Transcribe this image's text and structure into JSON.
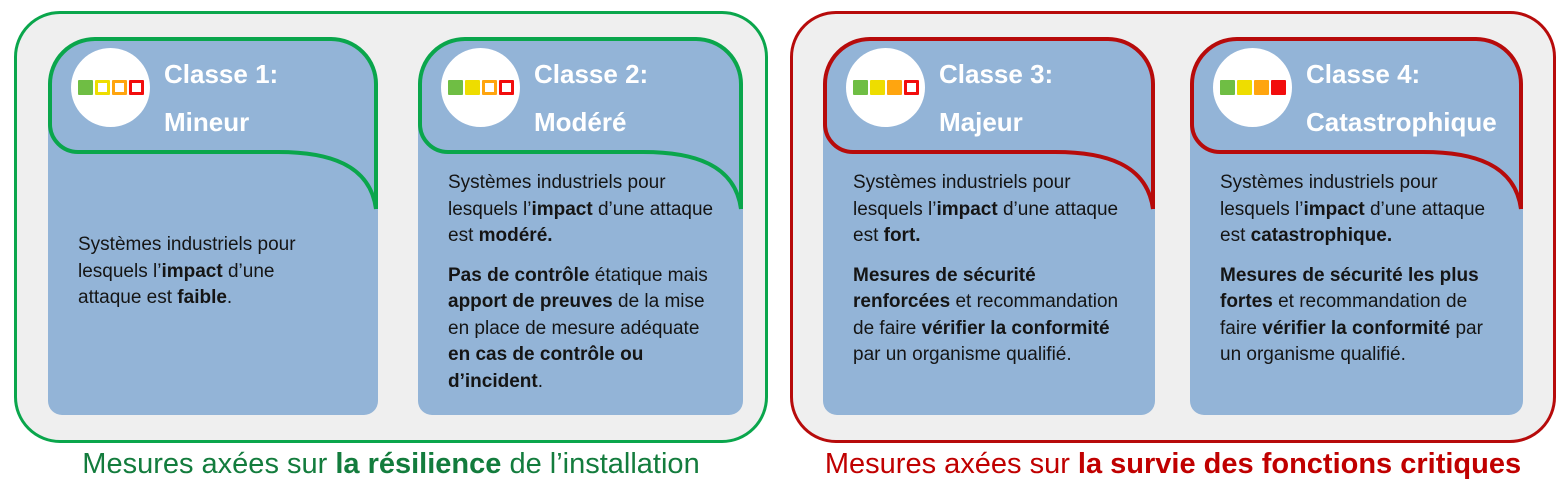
{
  "palette": {
    "card_blue": "#93b4d7",
    "group_background": "#efefef",
    "green_accent": "#0aa64c",
    "green_caption_text": "#137c3d",
    "red_accent": "#b70b0b",
    "red_caption_text": "#c00000",
    "severity_colors": [
      "#6fbe44",
      "#eedd00",
      "#ffa50f",
      "#f20d0d"
    ],
    "title_text": "#ffffff"
  },
  "groups": [
    {
      "id": "resilience",
      "accent": "#0aa64c",
      "caption": {
        "prefix": "Mesures axées sur ",
        "highlight": "la résilience",
        "suffix": " de l’installation",
        "color": "#137c3d"
      },
      "cards": [
        {
          "title_line1": "Classe 1:",
          "title_line2": "Mineur",
          "severity_level": 1,
          "paragraphs": [
            [
              [
                "Systèmes industriels pour lesquels l’",
                0
              ],
              [
                "impact",
                1
              ],
              [
                " d’une attaque est ",
                0
              ],
              [
                "faible",
                1
              ],
              [
                ".",
                0
              ]
            ]
          ]
        },
        {
          "title_line1": "Classe 2:",
          "title_line2": "Modéré",
          "severity_level": 2,
          "paragraphs": [
            [
              [
                "Systèmes industriels pour lesquels l’",
                0
              ],
              [
                "impact",
                1
              ],
              [
                " d’une attaque est ",
                0
              ],
              [
                "modéré.",
                1
              ]
            ],
            [
              [
                "Pas de contrôle",
                1
              ],
              [
                " étatique mais ",
                0
              ],
              [
                "apport de preuves",
                1
              ],
              [
                " de la mise en place de mesure adéquate ",
                0
              ],
              [
                "en cas de contrôle ou d’incident",
                1
              ],
              [
                ".",
                0
              ]
            ]
          ]
        }
      ]
    },
    {
      "id": "survie-fonctions-critiques",
      "accent": "#b70b0b",
      "caption": {
        "prefix": "Mesures axées sur ",
        "highlight": "la survie des fonctions critiques",
        "suffix": "",
        "color": "#c00000"
      },
      "cards": [
        {
          "title_line1": "Classe 3:",
          "title_line2": "Majeur",
          "severity_level": 3,
          "paragraphs": [
            [
              [
                "Systèmes industriels pour lesquels l’",
                0
              ],
              [
                "impact",
                1
              ],
              [
                " d’une attaque est ",
                0
              ],
              [
                "fort.",
                1
              ]
            ],
            [
              [
                "Mesures de sécurité renforcées",
                1
              ],
              [
                " et recommandation de faire ",
                0
              ],
              [
                "vérifier la conformité",
                1
              ],
              [
                " par un organisme qualifié.",
                0
              ]
            ]
          ]
        },
        {
          "title_line1": "Classe 4:",
          "title_line2": "Catastrophique",
          "severity_level": 4,
          "paragraphs": [
            [
              [
                "Systèmes industriels pour lesquels l’",
                0
              ],
              [
                "impact",
                1
              ],
              [
                " d’une attaque est ",
                0
              ],
              [
                "catastrophique.",
                1
              ]
            ],
            [
              [
                "Mesures de sécurité les plus fortes",
                1
              ],
              [
                " et recommandation de faire ",
                0
              ],
              [
                "vérifier la conformité",
                1
              ],
              [
                " par un organisme qualifié.",
                0
              ]
            ]
          ]
        }
      ]
    }
  ]
}
